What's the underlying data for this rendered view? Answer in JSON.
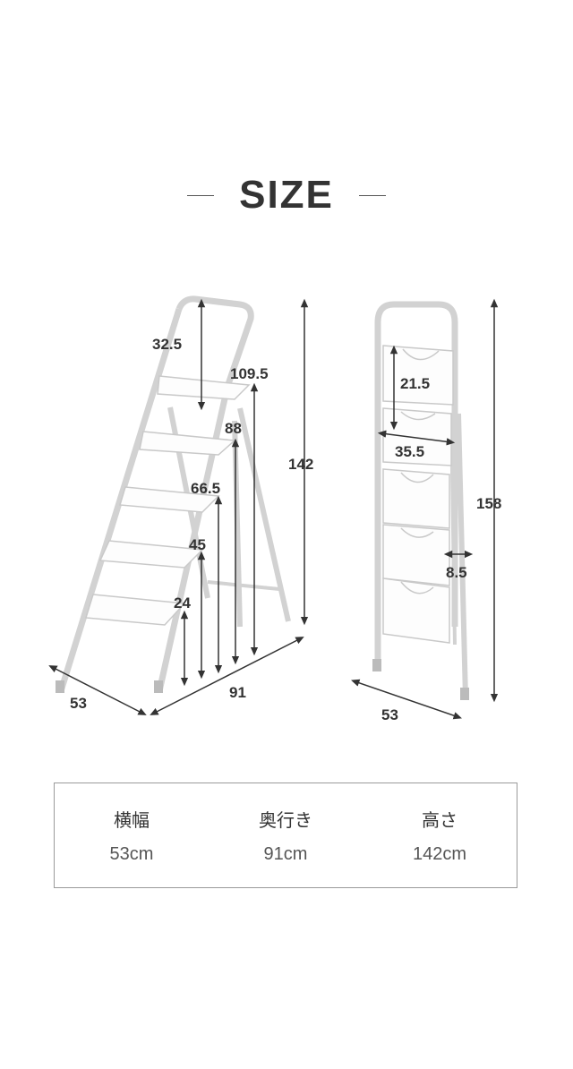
{
  "title": "SIZE",
  "dimensions_left": {
    "step_heights": [
      "24",
      "45",
      "66.5",
      "88",
      "109.5"
    ],
    "handrail": "32.5",
    "height": "142",
    "width": "53",
    "depth": "91"
  },
  "dimensions_right": {
    "step_gap": "21.5",
    "step_width": "35.5",
    "thickness": "8.5",
    "height": "158",
    "width": "53"
  },
  "specs": [
    {
      "label": "横幅",
      "value": "53cm"
    },
    {
      "label": "奥行き",
      "value": "91cm"
    },
    {
      "label": "高さ",
      "value": "142cm"
    }
  ]
}
